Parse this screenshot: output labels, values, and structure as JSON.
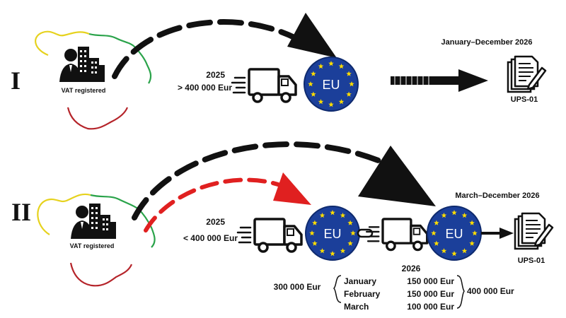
{
  "colors": {
    "eu_blue": "#1b3f9a",
    "eu_star": "#ffdd00",
    "arrow_black": "#111111",
    "arrow_red": "#e02020",
    "border_yellow": "#e6d21e",
    "border_green": "#2aa34a",
    "border_red": "#b5242a"
  },
  "icons": {
    "business": "businessman-building-icon",
    "truck": "delivery-truck-icon",
    "eu": "eu-flag-circle-icon",
    "document": "document-pen-icon"
  },
  "row1": {
    "numeral": "I",
    "vat_label": "VAT registered",
    "year": "2025",
    "amount": "> 400 000 Eur",
    "eu_label": "EU",
    "period": "January–December 2026",
    "form": "UPS-01"
  },
  "row2": {
    "numeral": "II",
    "vat_label": "VAT registered",
    "year": "2025",
    "amount": "< 400 000 Eur",
    "eu_label_1": "EU",
    "eu_label_2": "EU",
    "period": "March–December 2026",
    "form": "UPS-01",
    "breakdown": {
      "year": "2026",
      "q_total": "300 000 Eur",
      "grand_total": "400 000 Eur",
      "months": [
        {
          "month": "January",
          "amount": "150 000 Eur"
        },
        {
          "month": "February",
          "amount": "150 000 Eur"
        },
        {
          "month": "March",
          "amount": "100 000 Eur"
        }
      ]
    }
  }
}
